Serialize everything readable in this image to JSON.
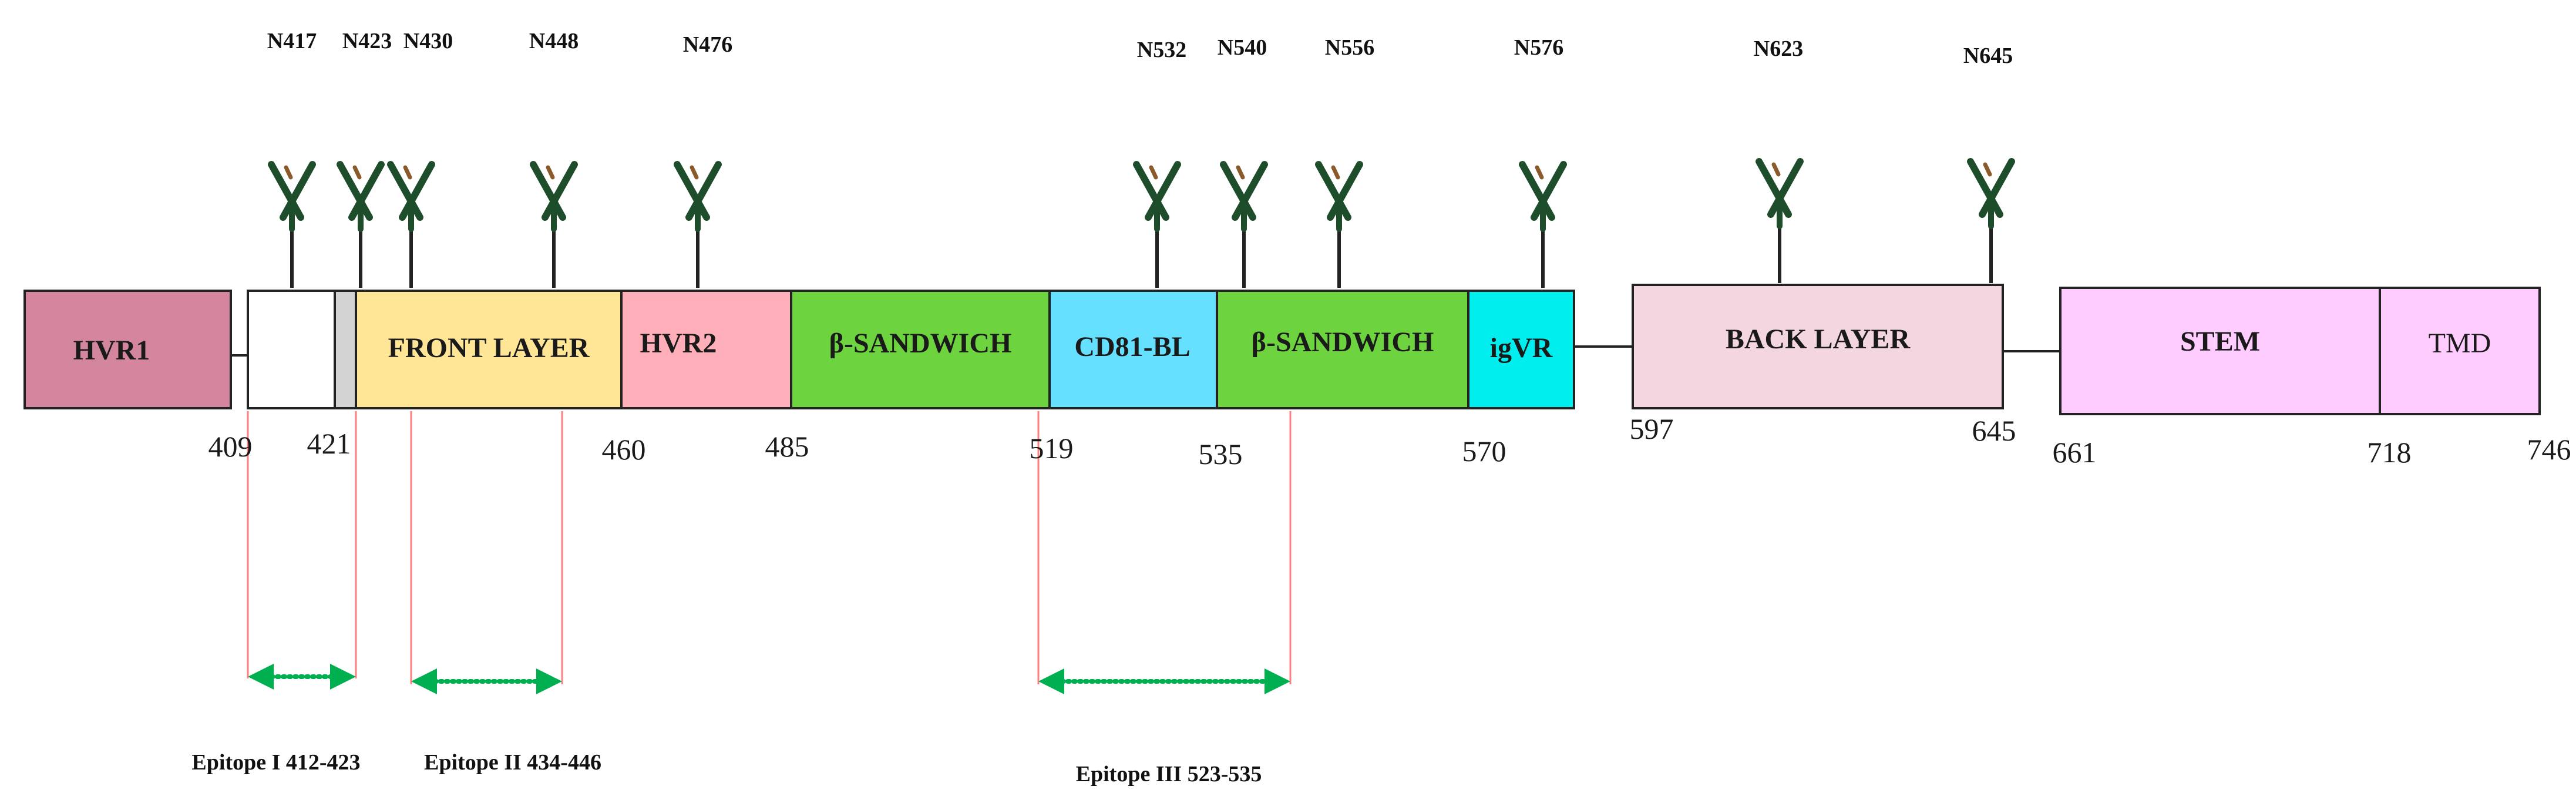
{
  "glyco_sites": [
    "N417",
    "N423",
    "N430",
    "N448",
    "N476",
    "N532",
    "N540",
    "N556",
    "N576",
    "N623",
    "N645"
  ],
  "domains": [
    {
      "label": "HVR1",
      "color": "#d4869f"
    },
    {
      "label": "",
      "color": "#ffffff"
    },
    {
      "label": "",
      "color": "#d3d3d3"
    },
    {
      "label": "FRONT LAYER",
      "color": "#ffe697"
    },
    {
      "label": "HVR2",
      "color": "#ffafb9"
    },
    {
      "label": "β-SANDWICH",
      "color": "#6dd43f"
    },
    {
      "label": "CD81-BL",
      "color": "#66e0ff"
    },
    {
      "label": "β-SANDWICH",
      "color": "#6dd43f"
    },
    {
      "label": "igVR",
      "color": "#00eeee"
    },
    {
      "label": "BACK LAYER",
      "color": "#f3d6df"
    },
    {
      "label": "STEM",
      "color": "#ffccff"
    },
    {
      "label": "TMD",
      "color": "#ffccff"
    }
  ],
  "positions": [
    "409",
    "421",
    "460",
    "485",
    "519",
    "535",
    "570",
    "597",
    "645",
    "661",
    "718",
    "746"
  ],
  "epitopes": [
    {
      "label": "Epitope I 412-423"
    },
    {
      "label": "Epitope II 434-446"
    },
    {
      "label": "Epitope III 523-535"
    }
  ],
  "colors": {
    "glycan": "#1e4d2b",
    "glycan_tip": "#8b5a2b",
    "epitope_arrow": "#00b050",
    "epitope_guide": "#ff7f7f",
    "outline": "#222222"
  }
}
